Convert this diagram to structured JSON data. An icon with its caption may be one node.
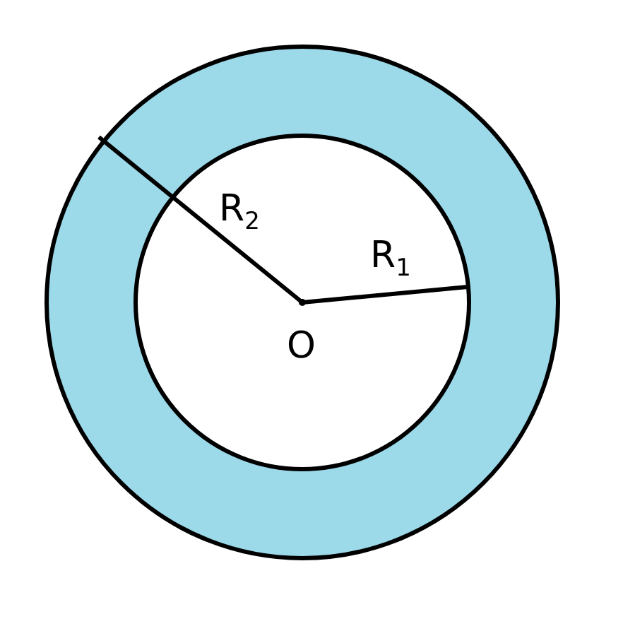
{
  "diagram": {
    "labels": [
      "R$_{2}$",
      "R$_{1}$",
      "O"
    ]
  }
}
